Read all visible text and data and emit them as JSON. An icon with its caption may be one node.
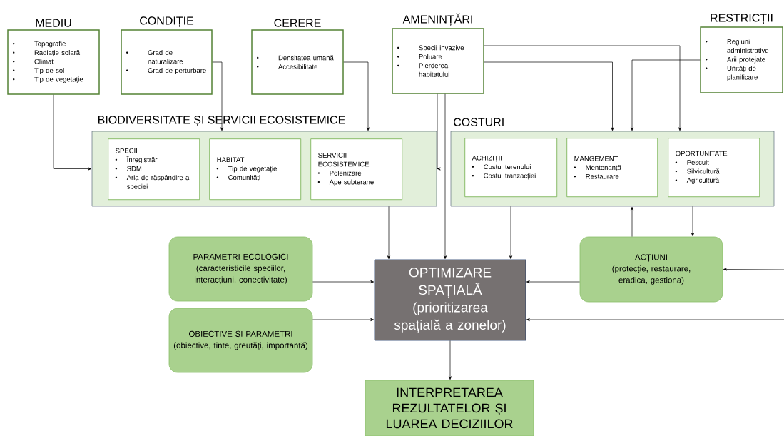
{
  "diagram": {
    "nodes": [
      {
        "text": [
          "MEDIU",
          "Topografie",
          "Radiație solară",
          "Climat",
          "Tip de sol",
          "Tip de vegetație"
        ]
      },
      {
        "text": [
          "CONDIȚIE",
          "Grad de naturalizare",
          "Grad de perturbare"
        ]
      },
      {
        "text": [
          "CERERE",
          "Densitatea umană",
          "Accesibilitate"
        ]
      },
      {
        "text": [
          "AMENINȚĂRI",
          "Specii invazive",
          "Poluare",
          "Pierderea habitatului"
        ]
      },
      {
        "text": [
          "RESTRICȚII",
          "Regiuni administrative",
          "Arii protejate",
          "Unități de planificare"
        ]
      },
      {
        "text": [
          "BIODIVERSITATE  ȘI SERVICII  ECOSISTEMICE"
        ]
      },
      {
        "text": [
          "SPECII",
          "Înregistrări",
          "SDM",
          "Aria de răspândire a speciei"
        ],
        "in": 5
      },
      {
        "text": [
          "HABITAT",
          "Tip de vegetație",
          "Comunități"
        ],
        "in": 5
      },
      {
        "text": [
          "SERVICII ECOSISTEMICE",
          "Polenizare",
          "Ape subterane"
        ],
        "in": 5
      },
      {
        "text": [
          "COSTURI"
        ]
      },
      {
        "text": [
          "ACHIZIȚII",
          "Costul terenului",
          "Costul tranzacției"
        ],
        "in": 9
      },
      {
        "text": [
          "MANGEMENT",
          "Mentenanță",
          "Restaurare"
        ],
        "in": 9
      },
      {
        "text": [
          "OPORTUNITATE",
          "Pescuit",
          "Silvicultură",
          "Agricultură"
        ],
        "in": 9
      },
      {
        "text": [
          "PARAMETRI ECOLOGICI",
          "(caracteristicile speciilor, interacțiuni, conectivitate)"
        ]
      },
      {
        "text": [
          "OBIECTIVE ȘI PARAMETRI",
          "(obiective, ținte, greutăți, importanță)"
        ]
      },
      {
        "text": [
          "OPTIMIZARE SPAȚIALĂ",
          "(prioritizarea spațială a zonelor)"
        ]
      },
      {
        "text": [
          "ACȚIUNI",
          "(protecție, restaurare, eradica, gestiona)"
        ]
      },
      {
        "text": [
          "INTERPRETAREA REZULTATELOR ȘI LUAREA DECIZIILOR"
        ]
      }
    ],
    "edges": [
      {
        "from": 0,
        "to": 5,
        "arrow": "to"
      },
      {
        "from": 1,
        "to": 5,
        "arrow": "to"
      },
      {
        "from": 2,
        "to": 5,
        "arrow": "to"
      },
      {
        "from": 3,
        "to": 5,
        "arrow": "to"
      },
      {
        "from": 3,
        "to": 15,
        "arrow": "to"
      },
      {
        "from": 3,
        "to": 9,
        "arrow": "to"
      },
      {
        "from": 3,
        "to": 9,
        "arrow": "to"
      },
      {
        "from": 4,
        "to": 9,
        "arrow": "to"
      },
      {
        "from": 5,
        "to": 15,
        "arrow": "to"
      },
      {
        "from": 9,
        "to": 15,
        "arrow": "to"
      },
      {
        "from": 16,
        "to": 9,
        "arrow": "to"
      },
      {
        "from": 9,
        "to": 16,
        "arrow": "to"
      },
      {
        "from": 13,
        "to": 15,
        "arrow": "to"
      },
      {
        "from": 14,
        "to": 15,
        "arrow": "to"
      },
      {
        "from": 15,
        "to": 17,
        "arrow": "to"
      },
      {
        "from": 16,
        "to": 15,
        "arrow": "to"
      },
      {
        "from": null,
        "to": 16,
        "arrow": "to"
      },
      {
        "from": null,
        "to": 15,
        "arrow": "to"
      }
    ]
  }
}
